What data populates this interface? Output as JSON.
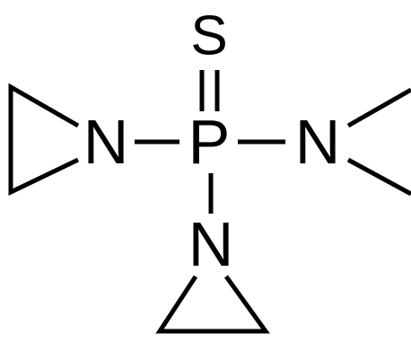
{
  "molecule": {
    "atoms": {
      "sulfur": "S",
      "phosphorus": "P",
      "nitrogen_left": "N",
      "nitrogen_right": "N",
      "nitrogen_bottom": "N"
    }
  }
}
